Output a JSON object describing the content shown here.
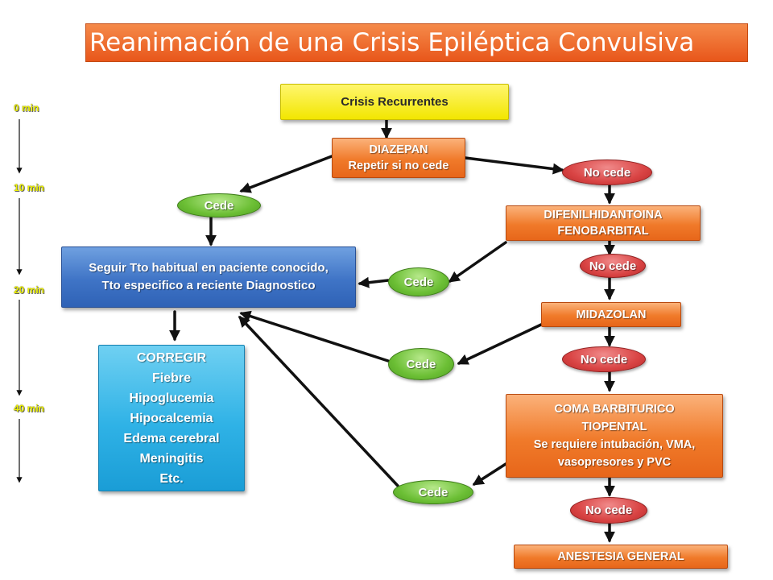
{
  "title": "Reanimación de una Crisis Epiléptica Convulsiva",
  "timeline": [
    "0 min",
    "10 min",
    "20 min",
    "40 min"
  ],
  "nodes": {
    "crisis": "Crisis Recurrentes",
    "diazepan": [
      "DIAZEPAN",
      "Repetir si no cede"
    ],
    "difenil": [
      "DIFENILHIDANTOINA",
      "FENOBARBITAL"
    ],
    "midazolan": "MIDAZOLAN",
    "coma": [
      "COMA BARBITURICO",
      "TIOPENTAL",
      "Se requiere intubación, VMA,",
      "vasopresores y PVC"
    ],
    "anestesia": "ANESTESIA GENERAL",
    "seguir": [
      "Seguir Tto habitual en paciente conocido,",
      "Tto especifico a reciente Diagnostico"
    ],
    "corregir": [
      "CORREGIR",
      "Fiebre",
      "Hipoglucemia",
      "Hipocalcemia",
      "Edema cerebral",
      "Meningitis",
      "Etc."
    ]
  },
  "cede_label": "Cede",
  "no_cede_label": "No cede",
  "colors": {
    "title": "#e8561a",
    "yellow": "#f2e600",
    "orange": "#f07a2a",
    "blue": "#3f74c6",
    "cyan": "#2fb2e6",
    "green": "#6cbf35",
    "red": "#d94444",
    "time_text": "#ecf000"
  }
}
